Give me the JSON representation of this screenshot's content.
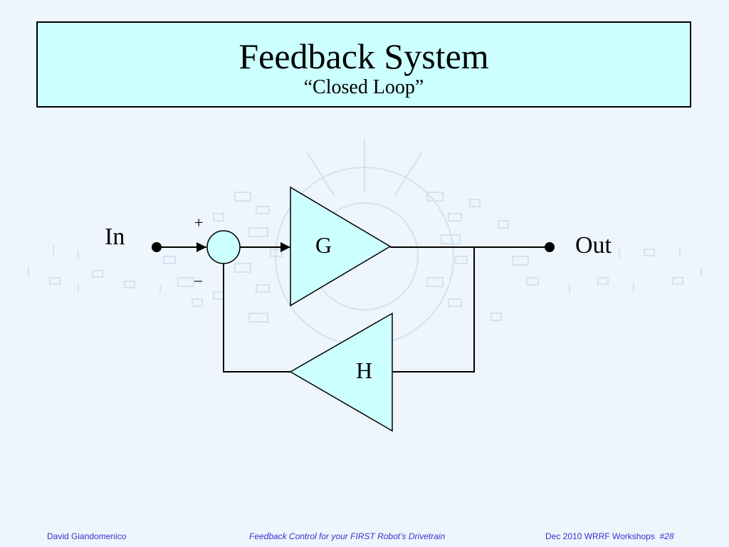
{
  "slide": {
    "title": "Feedback System",
    "subtitle": "“Closed Loop”"
  },
  "diagram": {
    "input_label": "In",
    "output_label": "Out",
    "plus_sign": "+",
    "minus_sign": "–",
    "forward_block": "G",
    "feedback_block": "H"
  },
  "footer": {
    "author": "David  Giandomenico",
    "center": "Feedback Control for your FIRST Robot’s Drivetrain",
    "right": "Dec 2010 WRRF Workshops",
    "page": "#28"
  },
  "colors": {
    "background": "#eef5fc",
    "title_fill": "#ccffff",
    "block_fill": "#ccffff",
    "footer_text": "#3333cc"
  }
}
